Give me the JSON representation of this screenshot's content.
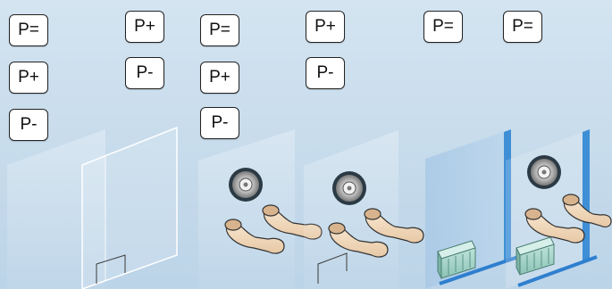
{
  "columns": [
    {
      "id": "col-1",
      "buttons": [
        "P=",
        "P+",
        "P-"
      ]
    },
    {
      "id": "col-2",
      "buttons": [
        "P+",
        "P-"
      ]
    },
    {
      "id": "col-3",
      "buttons": [
        "P=",
        "P+",
        "P-"
      ]
    },
    {
      "id": "col-4",
      "buttons": [
        "P+",
        "P-"
      ]
    },
    {
      "id": "col-5",
      "buttons": [
        "P="
      ]
    },
    {
      "id": "col-6",
      "buttons": [
        "P="
      ]
    }
  ],
  "icons": {
    "panel": "glass-panel-icon",
    "port": "glove-port-icon",
    "hands": "gloved-hands-icon",
    "box": "transfer-box-icon"
  },
  "colors": {
    "background": "#c9dcec",
    "panel_frame": "#ffffff",
    "wall_edge": "#2f7fcf",
    "glove": "#f3dcc0",
    "box": "#9ccfc4"
  }
}
